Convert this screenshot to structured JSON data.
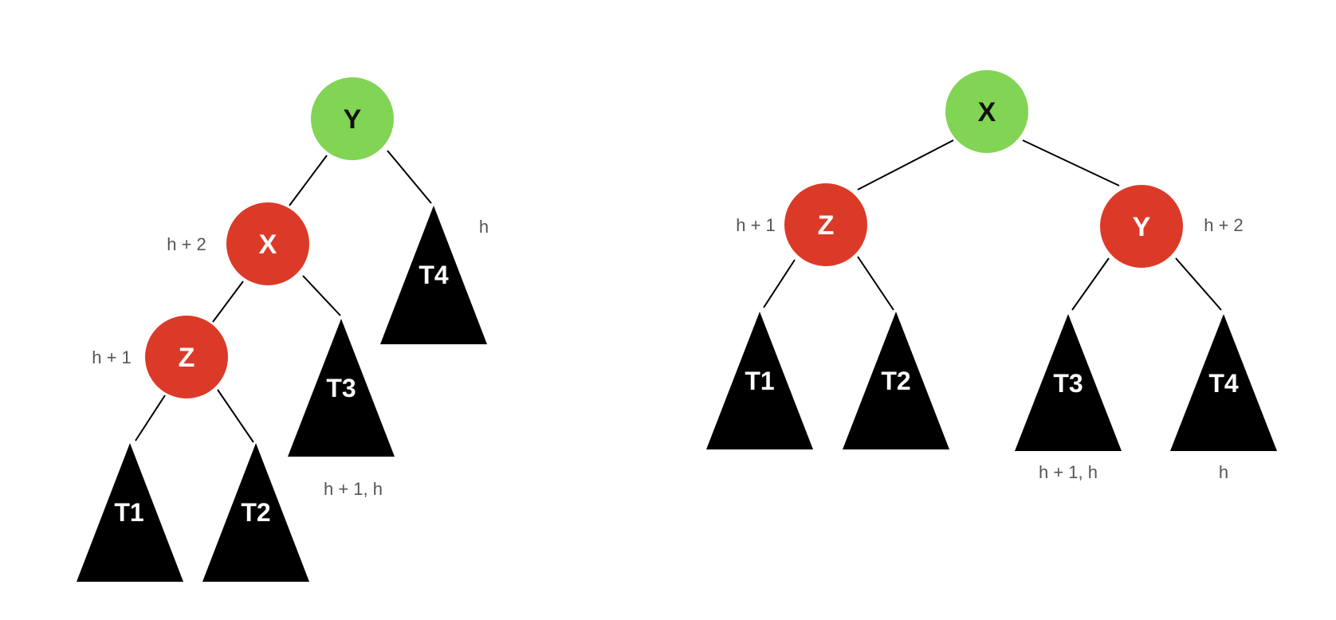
{
  "colors": {
    "root_node": "#82d454",
    "child_node": "#dc3a28",
    "subtree": "#000000",
    "edge": "#000000",
    "height_text": "#555555"
  },
  "before": {
    "nodes": {
      "y": "Y",
      "x": "X",
      "z": "Z"
    },
    "subtrees": {
      "t1": "T1",
      "t2": "T2",
      "t3": "T3",
      "t4": "T4"
    },
    "heights": {
      "x": "h + 2",
      "z": "h + 1",
      "t3": "h + 1,  h",
      "t4": "h"
    }
  },
  "after": {
    "nodes": {
      "x": "X",
      "z": "Z",
      "y": "Y"
    },
    "subtrees": {
      "t1": "T1",
      "t2": "T2",
      "t3": "T3",
      "t4": "T4"
    },
    "heights": {
      "z": "h + 1",
      "y": "h + 2",
      "t3": "h + 1,  h",
      "t4": "h"
    }
  }
}
